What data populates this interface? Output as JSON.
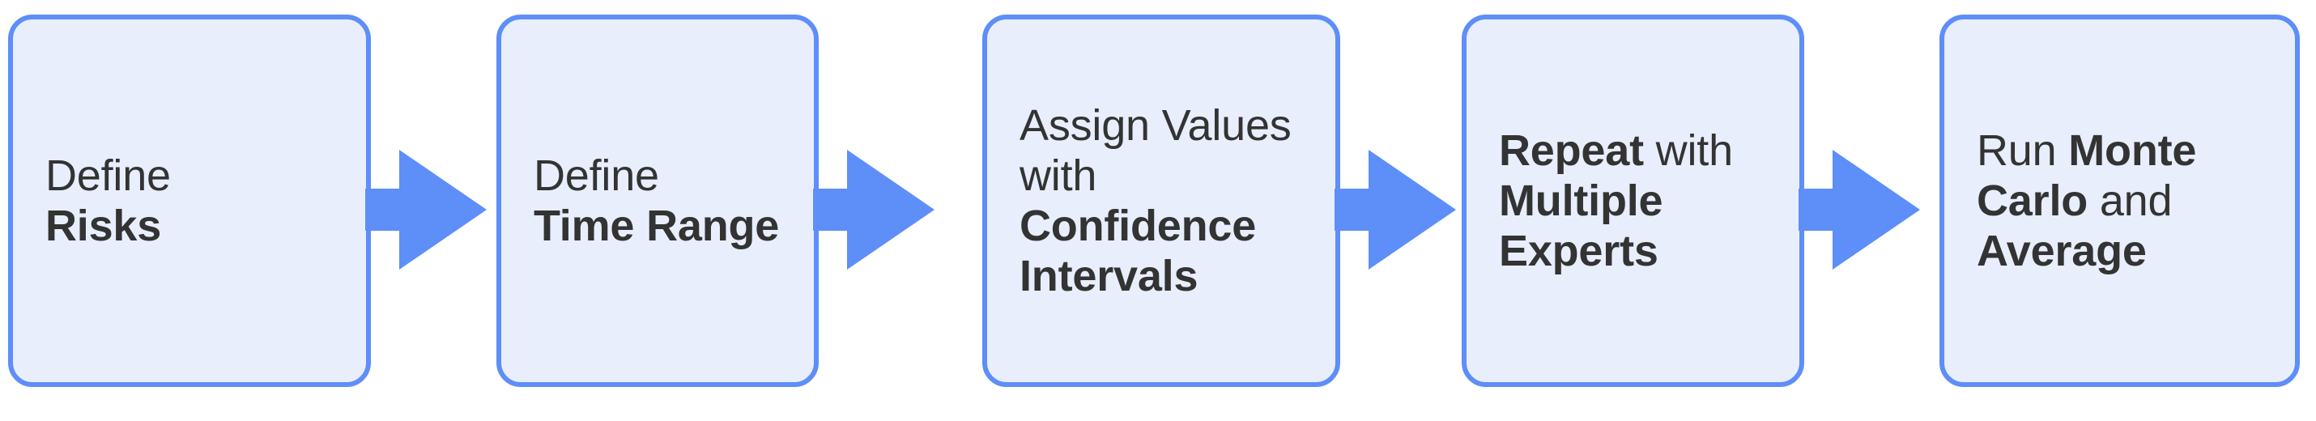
{
  "diagram": {
    "type": "horizontal-process-flow",
    "title": "",
    "colors": {
      "box_fill": "#e8eefc",
      "box_border": "#5e8ef7",
      "arrow": "#5e8ef7",
      "text": "#333333",
      "background": "#ffffff"
    },
    "steps": [
      {
        "id": "define-risks",
        "index": 1,
        "text": "Define Risks",
        "segments": [
          {
            "text": "Define",
            "bold": false
          },
          {
            "text": "Risks",
            "bold": true
          }
        ]
      },
      {
        "id": "define-time-range",
        "index": 2,
        "text": "Define Time Range",
        "segments": [
          {
            "text": "Define",
            "bold": false
          },
          {
            "text": "Time Range",
            "bold": true
          }
        ]
      },
      {
        "id": "assign-values-confidence-intervals",
        "index": 3,
        "text": "Assign Values with Confidence Intervals",
        "segments": [
          {
            "text": "Assign Values with ",
            "bold": false
          },
          {
            "text": "Confidence Intervals",
            "bold": true
          }
        ]
      },
      {
        "id": "repeat-multiple-experts",
        "index": 4,
        "text": "Repeat with Multiple Experts",
        "segments": [
          {
            "text": "Repeat",
            "bold": true
          },
          {
            "text": " with ",
            "bold": false
          },
          {
            "text": "Multiple Experts",
            "bold": true
          }
        ]
      },
      {
        "id": "run-monte-carlo-average",
        "index": 5,
        "text": "Run Monte Carlo and Average",
        "segments": [
          {
            "text": "Run ",
            "bold": false
          },
          {
            "text": "Monte Carlo",
            "bold": true
          },
          {
            "text": " and ",
            "bold": false
          },
          {
            "text": "Average",
            "bold": true
          }
        ]
      }
    ],
    "connectors": [
      {
        "id": "arrow-1",
        "from": "define-risks",
        "to": "define-time-range",
        "glyph": "right-arrow"
      },
      {
        "id": "arrow-2",
        "from": "define-time-range",
        "to": "assign-values-confidence-intervals",
        "glyph": "right-arrow"
      },
      {
        "id": "arrow-3",
        "from": "assign-values-confidence-intervals",
        "to": "repeat-multiple-experts",
        "glyph": "right-arrow"
      },
      {
        "id": "arrow-4",
        "from": "repeat-multiple-experts",
        "to": "run-monte-carlo-average",
        "glyph": "right-arrow"
      }
    ]
  }
}
